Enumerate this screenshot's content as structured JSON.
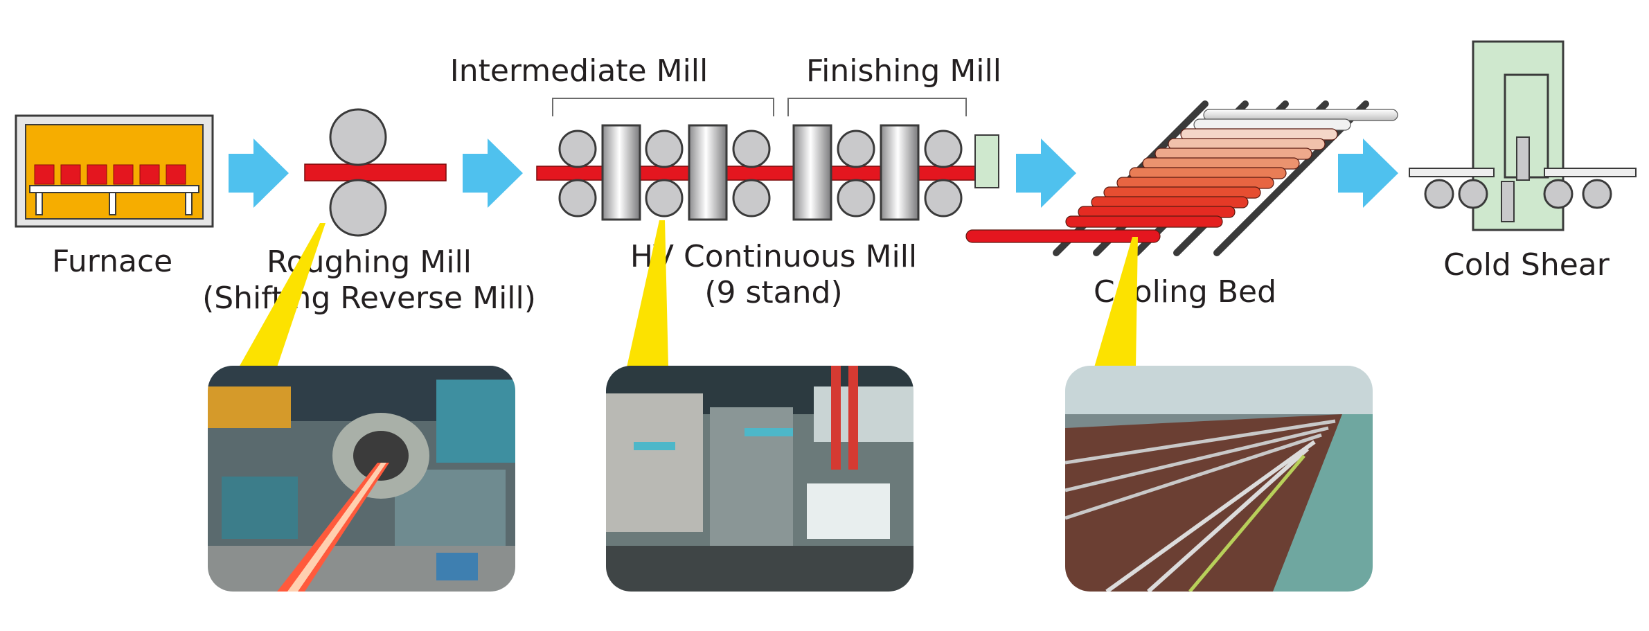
{
  "labels": {
    "furnace": "Furnace",
    "roughing_mill": "Roughing Mill",
    "roughing_mill_sub": "(Shifting Reverse Mill)",
    "intermediate_mill": "Intermediate Mill",
    "finishing_mill": "Finishing Mill",
    "hv_mill": "HV Continuous Mill",
    "hv_mill_sub": "(9 stand)",
    "cooling_bed": "Cooling Bed",
    "cold_shear": "Cold Shear"
  },
  "colors": {
    "arrow": "#4fc1ee",
    "bar_hot": "#e4161f",
    "furnace_fill": "#f6ad00",
    "roll": "#c9c9cb",
    "shear_box": "#cfe8ce",
    "callout": "#fce200"
  }
}
